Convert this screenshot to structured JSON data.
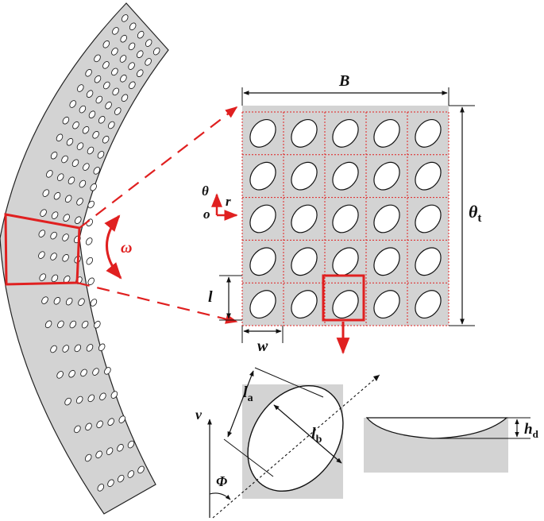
{
  "labels": {
    "width_total": "B",
    "theta_total": "θ",
    "theta_total_sub": "t",
    "omega": "ω",
    "theta_axis": "θ",
    "r_axis": "r",
    "origin": "o",
    "cell_length": "l",
    "cell_width": "w",
    "major_axis": "l",
    "major_axis_sub": "a",
    "minor_axis": "l",
    "minor_axis_sub": "b",
    "v_axis": "v",
    "angle": "Φ",
    "depth": "h",
    "depth_sub": "d"
  },
  "colors": {
    "highlight": "#e02020",
    "surface": "#d3d3d3",
    "outline": "#111111"
  },
  "grid": {
    "rows": 5,
    "cols": 5,
    "highlighted_cell": {
      "row": 5,
      "col": 3
    }
  },
  "sector": {
    "dimple_rows": 24,
    "dimple_cols": 5
  }
}
